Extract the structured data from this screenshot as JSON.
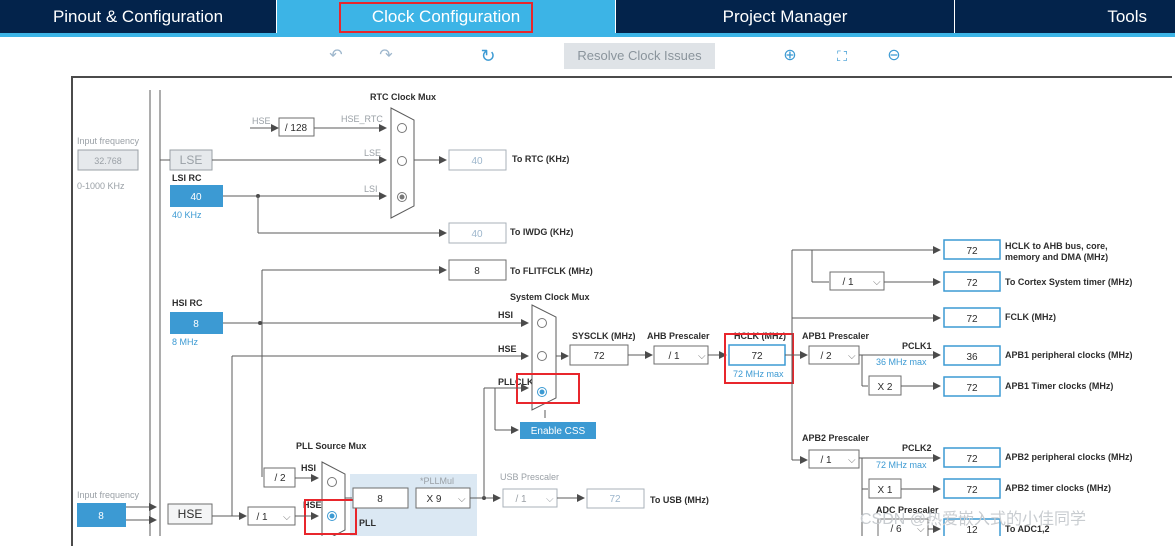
{
  "tabs": [
    {
      "label": "Pinout & Configuration"
    },
    {
      "label": "Clock Configuration"
    },
    {
      "label": "Project Manager"
    },
    {
      "label": "Tools"
    }
  ],
  "toolbar": {
    "undo_icon": "undo-icon",
    "redo_icon": "redo-icon",
    "refresh_icon": "refresh-icon",
    "resolve_label": "Resolve Clock Issues",
    "zoom_in_icon": "zoom-in-icon",
    "fit_icon": "fit-icon",
    "zoom_out_icon": "zoom-out-icon"
  },
  "colors": {
    "tab_bg": "#03234b",
    "accent": "#3cb4e6",
    "highlight": "#e8262c"
  },
  "diagram": {
    "input_freq_label_top": "Input frequency",
    "lse_input": "32.768",
    "lse_range": "0-1000 KHz",
    "lse": "LSE",
    "lsi_rc": "LSI RC",
    "lsi_value": "40",
    "lsi_freq": "40 KHz",
    "rtc_mux_title": "RTC Clock Mux",
    "rtc_hse": "HSE",
    "rtc_div": "/ 128",
    "hse_rtc": "HSE_RTC",
    "rtc_lse": "LSE",
    "rtc_lsi": "LSI",
    "rtc_out": "40",
    "rtc_out_label": "To RTC (KHz)",
    "iwdg_out": "40",
    "iwdg_label": "To IWDG (KHz)",
    "flit_out": "8",
    "flit_label": "To FLITFCLK (MHz)",
    "hsi_rc": "HSI RC",
    "hsi_value": "8",
    "hsi_freq": "8 MHz",
    "sys_mux_title": "System Clock Mux",
    "sys_hsi": "HSI",
    "sys_hse": "HSE",
    "sys_pllclk": "PLLCLK",
    "sysclk_label": "SYSCLK (MHz)",
    "sysclk_value": "72",
    "ahb_label": "AHB Prescaler",
    "ahb_value": "/ 1",
    "hclk_label": "HCLK (MHz)",
    "hclk_value": "72",
    "hclk_max": "72 MHz max",
    "enable_css": "Enable CSS",
    "apb1_label": "APB1 Prescaler",
    "apb1_value": "/ 2",
    "pclk1": "PCLK1",
    "pclk1_max": "36 MHz max",
    "x2": "X 2",
    "apb2_label": "APB2 Prescaler",
    "apb2_value": "/ 1",
    "pclk2": "PCLK2",
    "pclk2_max": "72 MHz max",
    "x1": "X 1",
    "adc_label": "ADC Prescaler",
    "adc_value": "/ 6",
    "cortex_div": "/ 1",
    "outputs": [
      {
        "value": "72",
        "label": "HCLK to AHB bus, core,",
        "label2": "memory and DMA (MHz)"
      },
      {
        "value": "72",
        "label": "To Cortex System timer (MHz)"
      },
      {
        "value": "72",
        "label": "FCLK (MHz)"
      },
      {
        "value": "36",
        "label": "APB1 peripheral clocks (MHz)"
      },
      {
        "value": "72",
        "label": "APB1 Timer clocks (MHz)"
      },
      {
        "value": "72",
        "label": "APB2 peripheral clocks (MHz)"
      },
      {
        "value": "72",
        "label": "APB2 timer clocks (MHz)"
      },
      {
        "value": "12",
        "label": "To ADC1,2"
      }
    ],
    "pll_mux_title": "PLL Source Mux",
    "pll_div2": "/ 2",
    "pll_hsi": "HSI",
    "pll_hse": "HSE",
    "pll_label": "PLL",
    "pll_in": "8",
    "pllmul_label": "*PLLMul",
    "pllmul_value": "X 9",
    "usb_label": "USB Prescaler",
    "usb_value": "/ 1",
    "usb_out": "72",
    "usb_out_label": "To USB (MHz)",
    "input_freq_label": "Input frequency",
    "hse_input": "8",
    "hse": "HSE",
    "hse_div": "/ 1"
  },
  "watermark": "CSDN @热爱嵌入式的小佳同学"
}
